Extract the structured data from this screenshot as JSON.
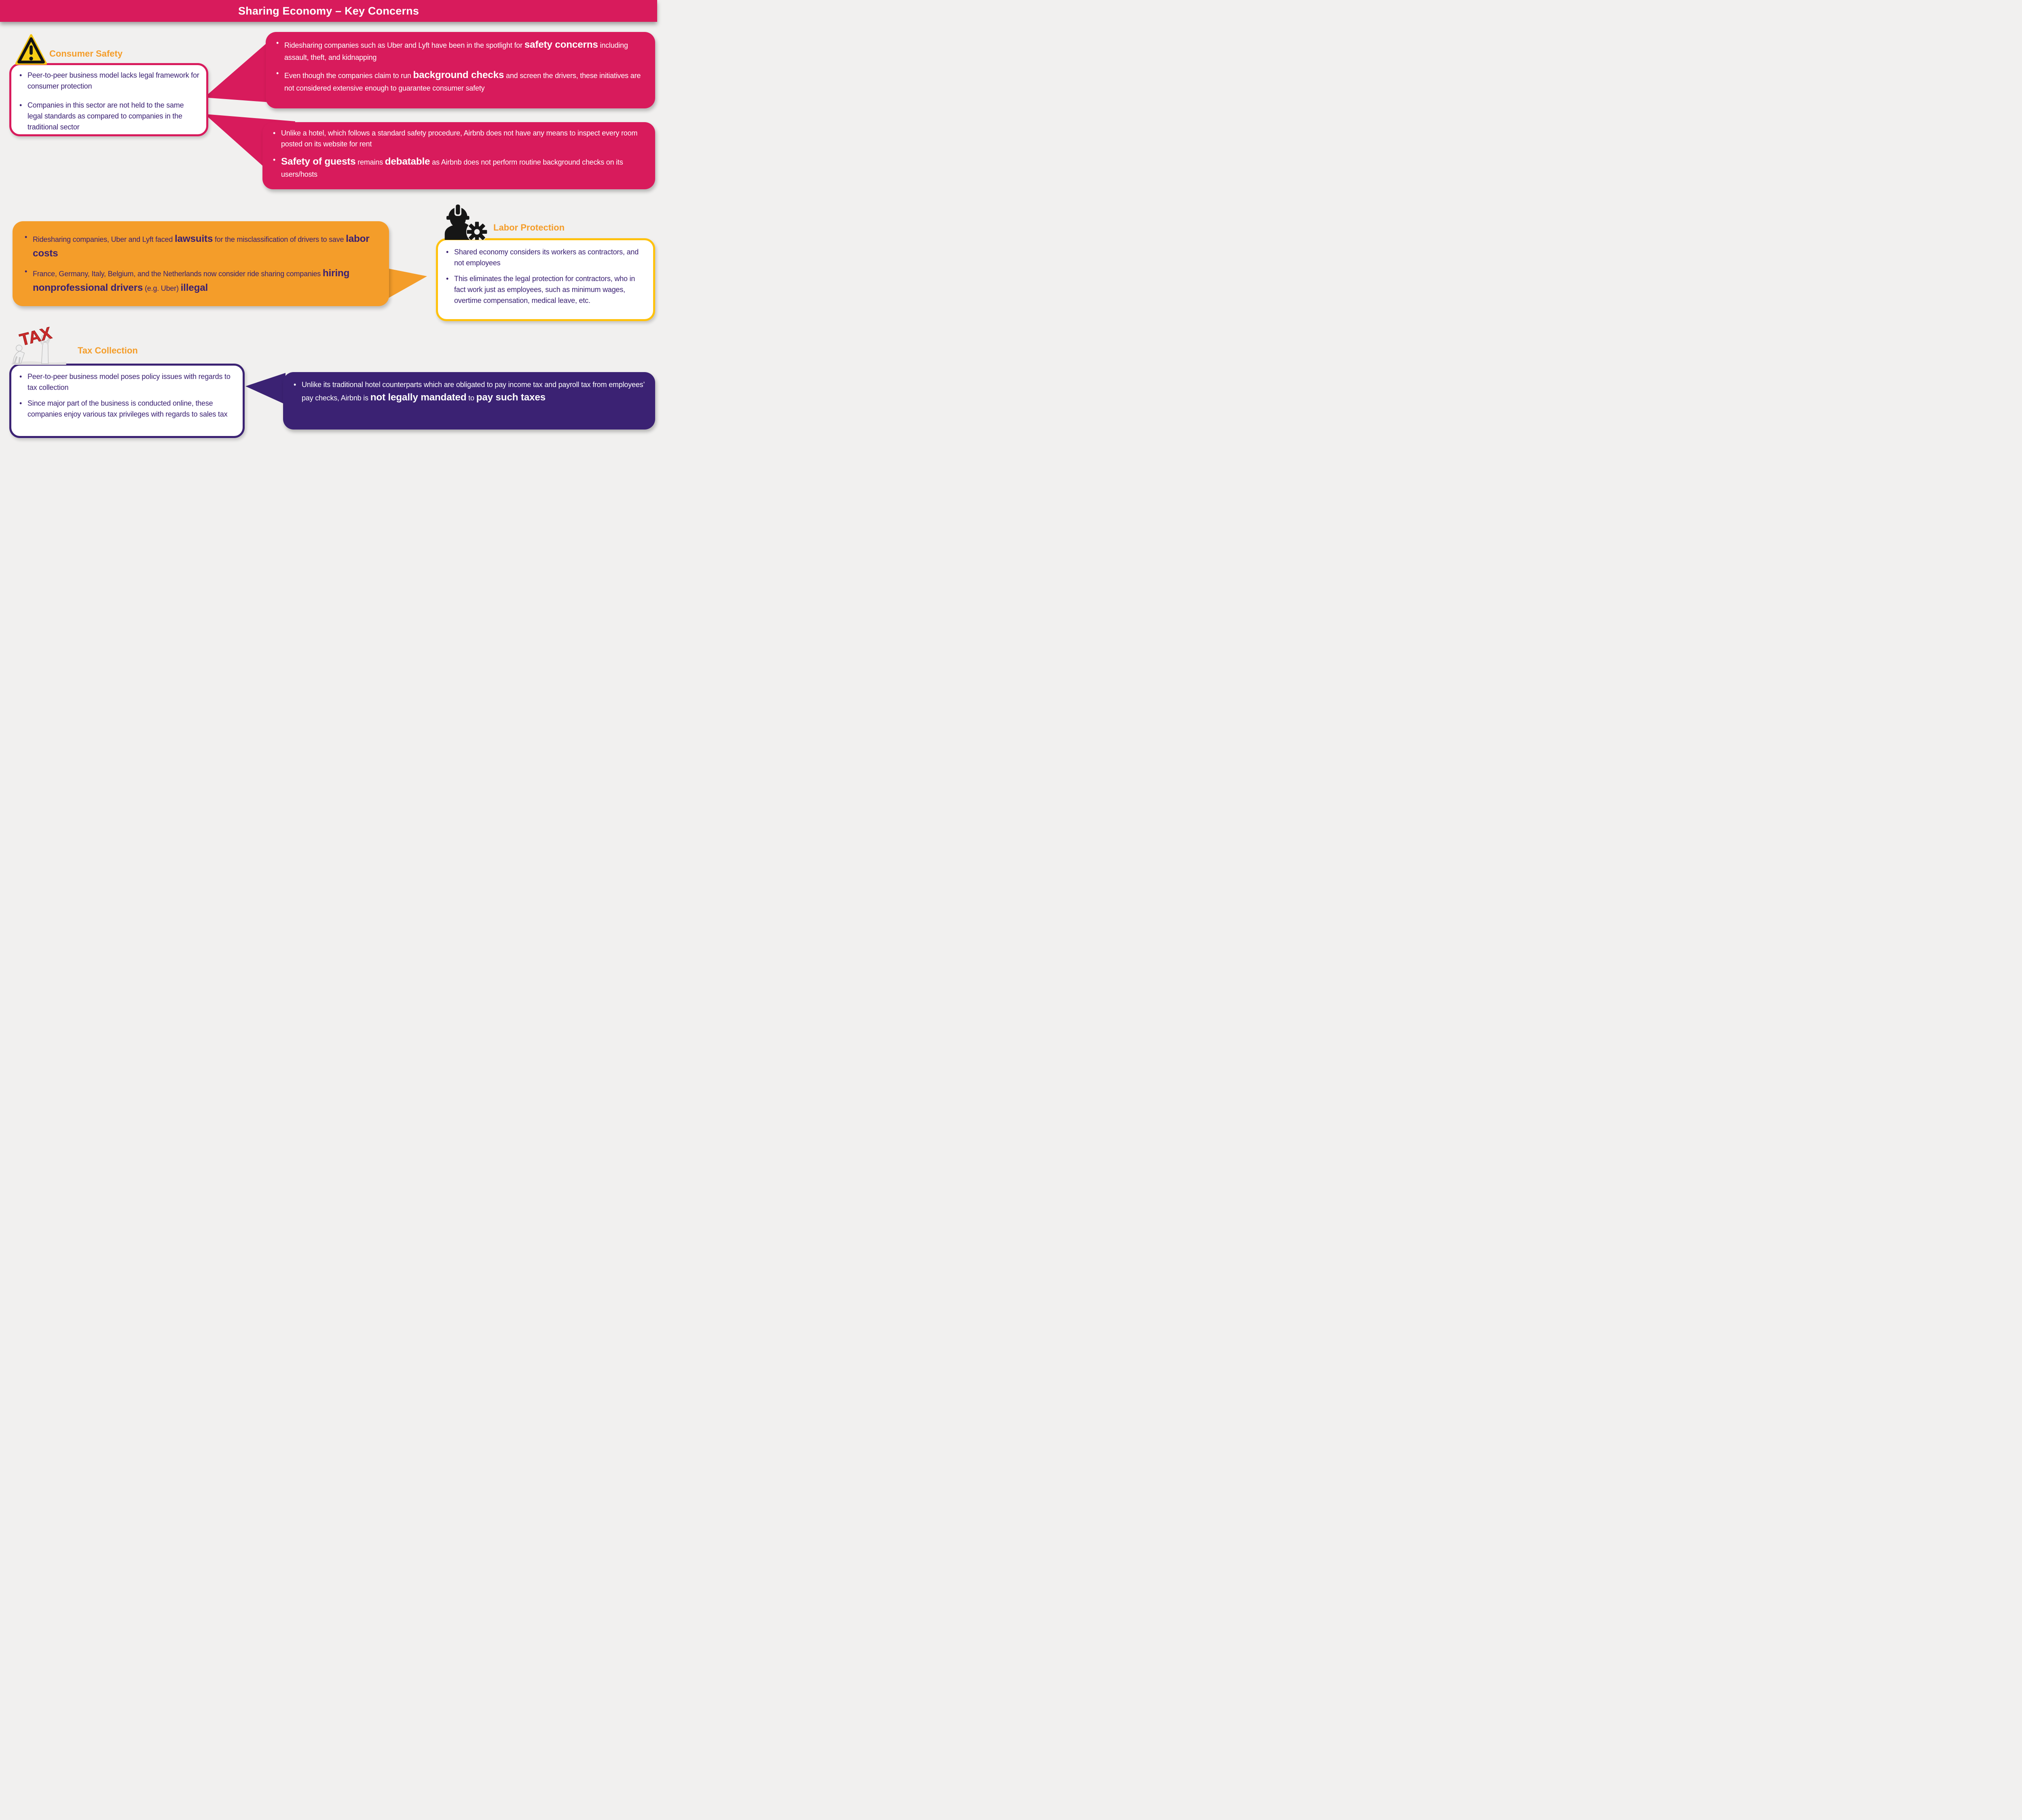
{
  "title": "Sharing Economy – Key Concerns",
  "colors": {
    "pink": "#D81B5C",
    "orange": "#F49D2A",
    "gold_border": "#FFC20E",
    "deep_purple": "#3B2273",
    "text_purple": "#3A2072",
    "background": "#F1F0EF",
    "white": "#FFFFFF"
  },
  "icons": {
    "consumer_safety": "warning-triangle-icon",
    "labor_protection": "worker-gear-icon",
    "tax_collection": "tax-carriers-icon"
  },
  "sections": {
    "consumer_safety": {
      "heading": "Consumer Safety",
      "bullets": [
        [
          {
            "t": "Peer-to-peer business model lacks legal framework for consumer protection"
          }
        ],
        [
          {
            "t": "Companies in this sector are not held to the same legal standards as compared to companies in the traditional sector"
          }
        ]
      ]
    },
    "ridesharing_safety": {
      "bullets": [
        [
          {
            "t": "Ridesharing companies such as Uber and Lyft have been in the spotlight for "
          },
          {
            "t": "safety concerns",
            "b": true
          },
          {
            "t": " including assault, theft, and kidnapping"
          }
        ],
        [
          {
            "t": "Even though the companies claim to run "
          },
          {
            "t": "background checks",
            "b": true
          },
          {
            "t": " and screen the drivers, these initiatives are not considered extensive enough to guarantee consumer safety"
          }
        ]
      ]
    },
    "airbnb_safety": {
      "bullets": [
        [
          {
            "t": "Unlike a hotel, which follows a standard safety procedure, Airbnb does not have any means to inspect every room posted on its website for rent"
          }
        ],
        [
          {
            "t": "Safety of guests",
            "b": true
          },
          {
            "t": " remains "
          },
          {
            "t": "debatable",
            "b": true
          },
          {
            "t": " as Airbnb does not perform routine background checks on its users/hosts"
          }
        ]
      ]
    },
    "labor_lawsuits": {
      "bullets": [
        [
          {
            "t": "Ridesharing companies, Uber and Lyft faced "
          },
          {
            "t": "lawsuits",
            "b": true
          },
          {
            "t": " for the misclassification of drivers to save "
          },
          {
            "t": "labor costs",
            "b": true
          }
        ],
        [
          {
            "t": "France, Germany, Italy, Belgium, and the Netherlands now consider ride sharing companies "
          },
          {
            "t": "hiring nonprofessional drivers",
            "b": true
          },
          {
            "t": " (e.g. Uber) "
          },
          {
            "t": "illegal",
            "b": true
          }
        ]
      ]
    },
    "labor_protection": {
      "heading": "Labor Protection",
      "bullets": [
        [
          {
            "t": "Shared economy considers its workers as contractors, and not employees"
          }
        ],
        [
          {
            "t": "This eliminates the legal protection for contractors, who in fact work just as employees, such as minimum wages, overtime compensation, medical leave, etc."
          }
        ]
      ]
    },
    "tax_collection": {
      "heading": "Tax Collection",
      "bullets": [
        [
          {
            "t": "Peer-to-peer business model poses policy issues with regards to tax collection"
          }
        ],
        [
          {
            "t": "Since major part of the business is conducted online, these companies enjoy various tax privileges with regards to sales tax"
          }
        ]
      ]
    },
    "airbnb_tax": {
      "bullets": [
        [
          {
            "t": "Unlike its traditional hotel counterparts which are obligated to pay income tax and payroll tax from employees’ pay checks, Airbnb is "
          },
          {
            "t": "not legally mandated",
            "b": true
          },
          {
            "t": " to "
          },
          {
            "t": "pay such taxes",
            "b": true
          }
        ]
      ]
    }
  }
}
